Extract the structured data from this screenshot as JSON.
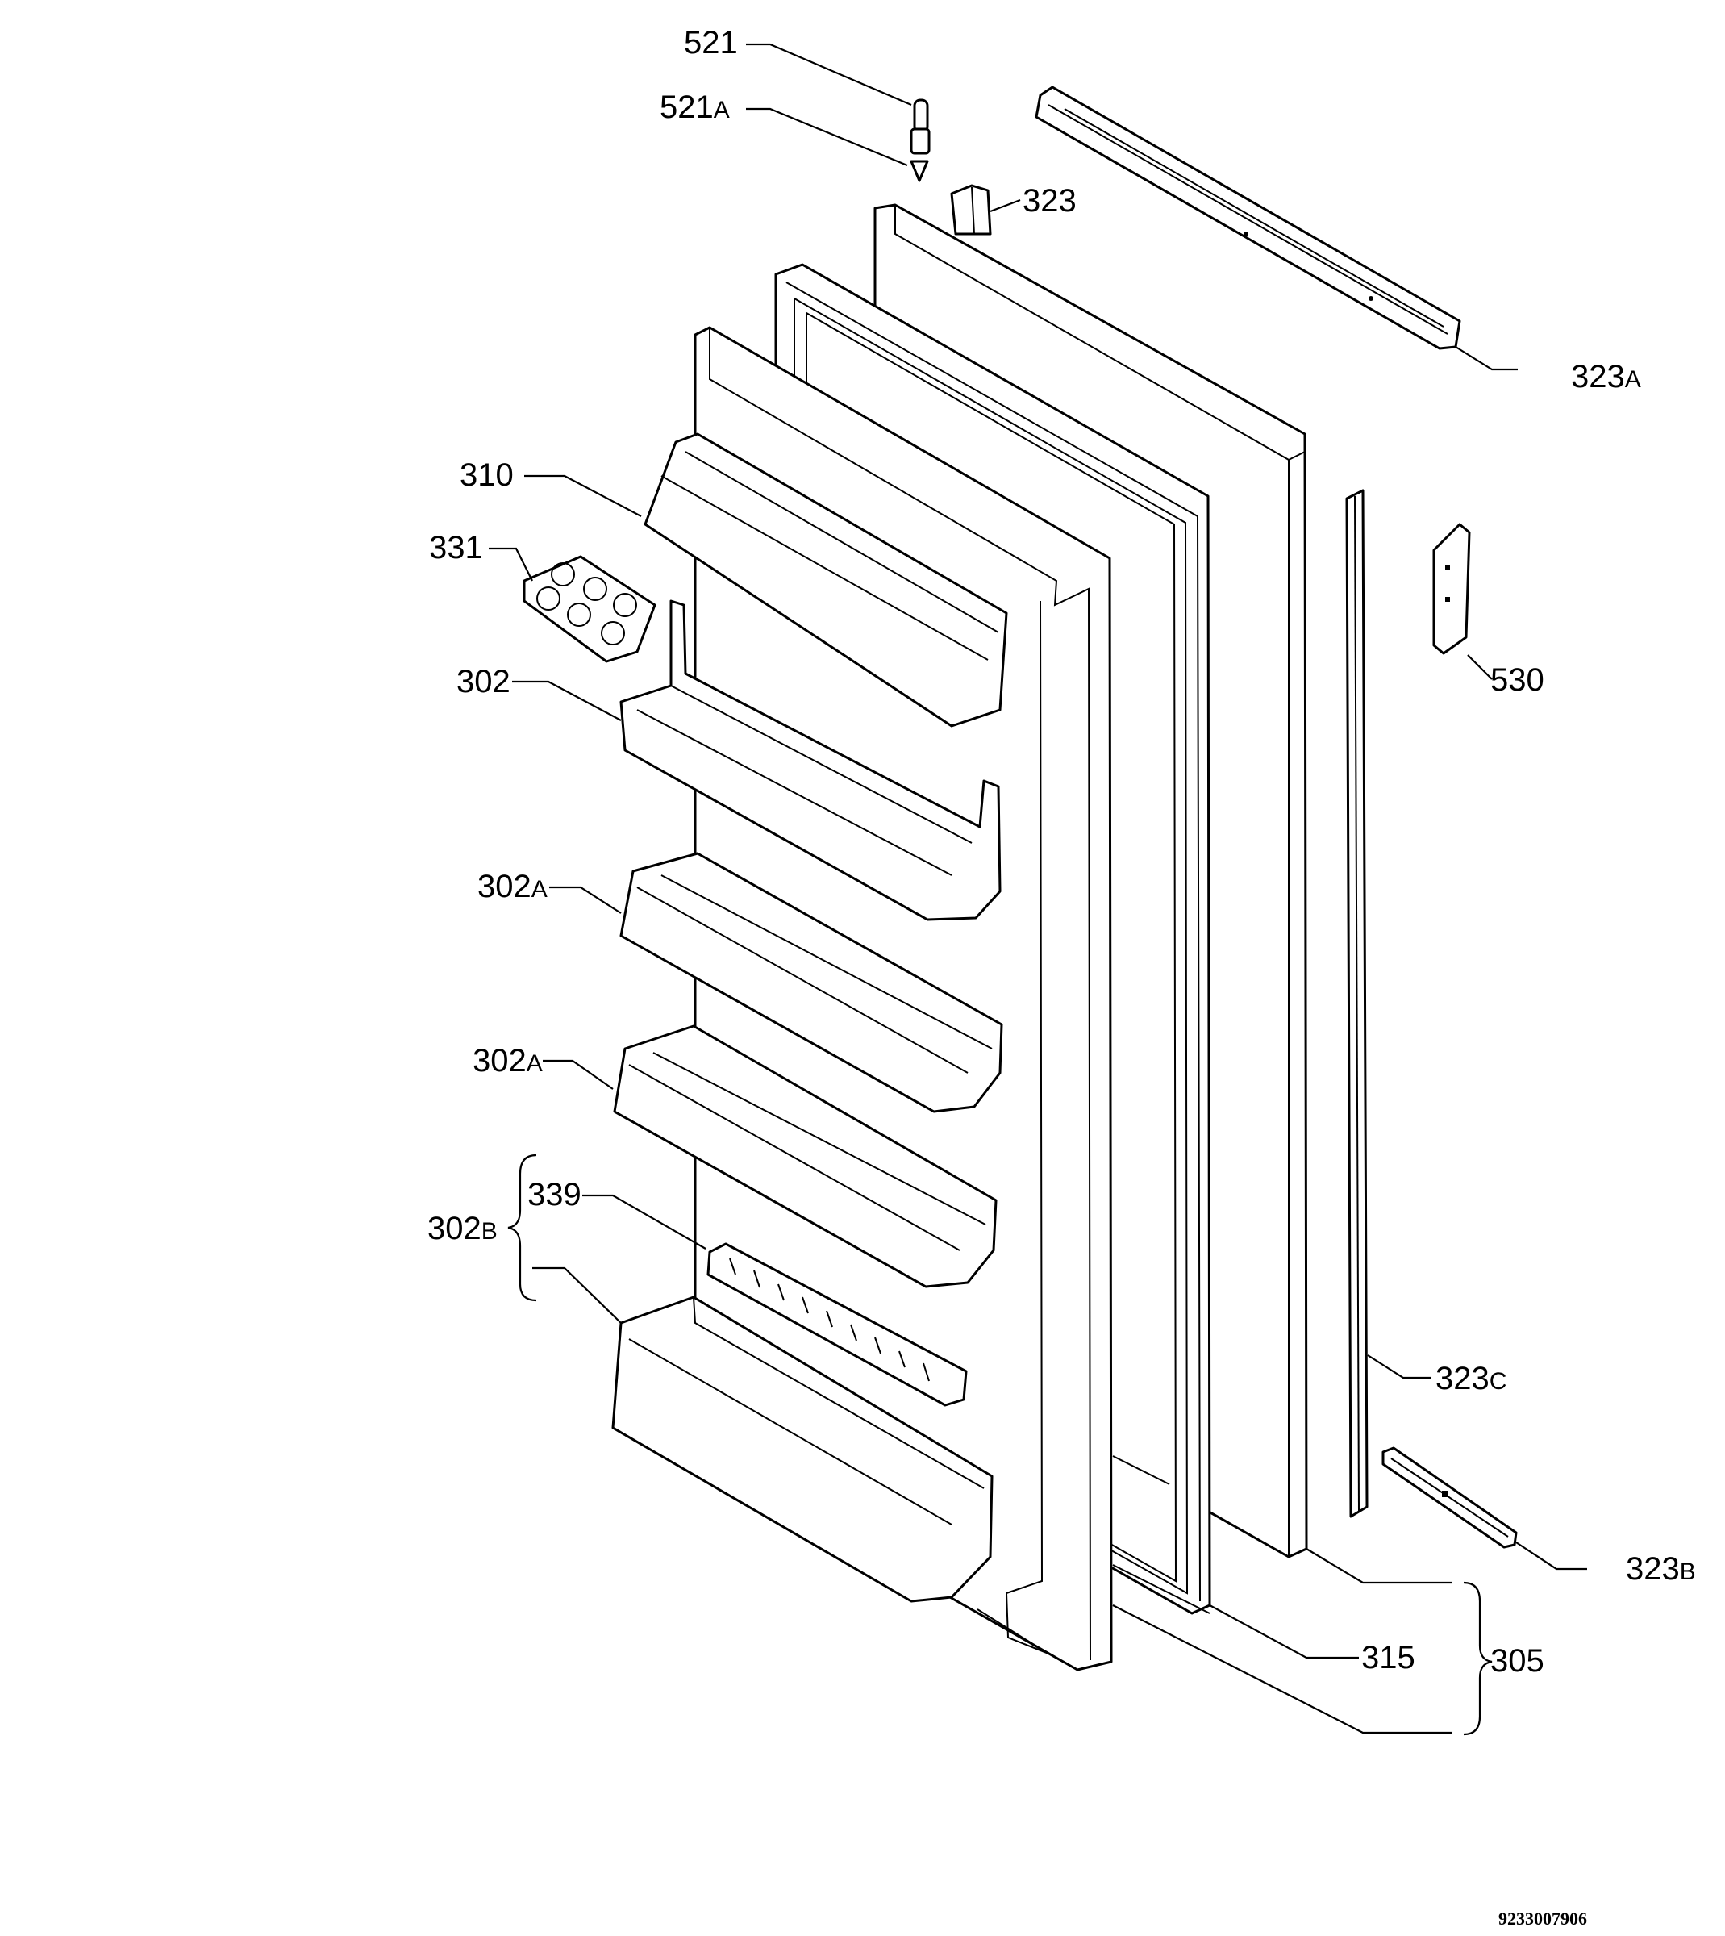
{
  "labels": {
    "p521": {
      "num": "521",
      "suffix": ""
    },
    "p521a": {
      "num": "521",
      "suffix": "A"
    },
    "p323": {
      "num": "323",
      "suffix": ""
    },
    "p323a": {
      "num": "323",
      "suffix": "A"
    },
    "p310": {
      "num": "310",
      "suffix": ""
    },
    "p331": {
      "num": "331",
      "suffix": ""
    },
    "p530": {
      "num": "530",
      "suffix": ""
    },
    "p302": {
      "num": "302",
      "suffix": ""
    },
    "p302a1": {
      "num": "302",
      "suffix": "A"
    },
    "p302a2": {
      "num": "302",
      "suffix": "A"
    },
    "p339": {
      "num": "339",
      "suffix": ""
    },
    "p302b": {
      "num": "302",
      "suffix": "B"
    },
    "p323c": {
      "num": "323",
      "suffix": "C"
    },
    "p323b": {
      "num": "323",
      "suffix": "B"
    },
    "p315": {
      "num": "315",
      "suffix": ""
    },
    "p305": {
      "num": "305",
      "suffix": ""
    }
  },
  "document_number": "9233007906"
}
